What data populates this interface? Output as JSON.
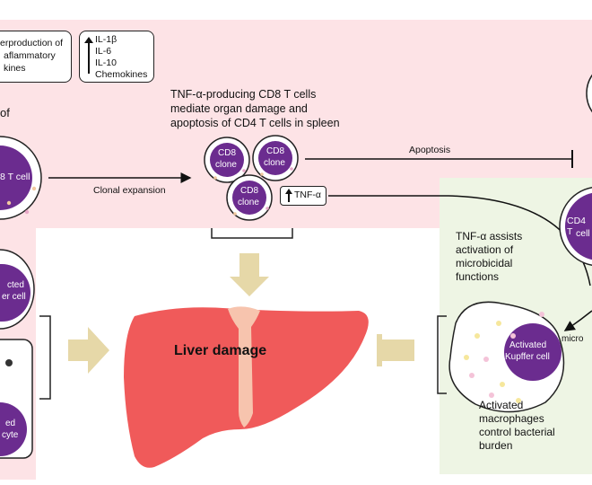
{
  "colors": {
    "pink_panel": "#fde3e6",
    "green_panel": "#eef5e4",
    "purple_cell": "#6b2c8f",
    "liver_red": "#f05a5a",
    "arrow_beige": "#e6d8a8"
  },
  "cytokine_box": {
    "left_text": [
      "erproduction of",
      "aflammatory",
      "kines"
    ],
    "list": [
      "IL-1β",
      "IL-6",
      "IL-10",
      "Chemokines"
    ]
  },
  "left_edge": {
    "of_text": "of",
    "t_cell_label": "8 T cell",
    "kupffer_label": [
      "cted",
      "er cell"
    ],
    "hepatocyte_label": [
      "ed",
      "cyte"
    ]
  },
  "tnf_header": [
    "TNF-α-producing CD8 T cells",
    "mediate organ damage and",
    "apoptosis of CD4 T cells in spleen"
  ],
  "clones": [
    "CD8\nclone",
    "CD8\nclone",
    "CD8\nclone"
  ],
  "clone_label": "CD8",
  "clone_sub": "clone",
  "clonal_expansion": "Clonal expansion",
  "tnf_badge": "TNF-α",
  "apoptosis": "Apoptosis",
  "cd4_cell_label": [
    "CD4 T",
    "cell"
  ],
  "assist_text": [
    "TNF-α assists",
    "activation of",
    "microbicidal",
    "functions"
  ],
  "liver_label": "Liver damage",
  "activated_kupffer": [
    "Activated",
    "Kupffer cell"
  ],
  "micro_text": "micro",
  "macrophage_text": [
    "Activated",
    "macrophages",
    "control bacterial",
    "burden"
  ]
}
